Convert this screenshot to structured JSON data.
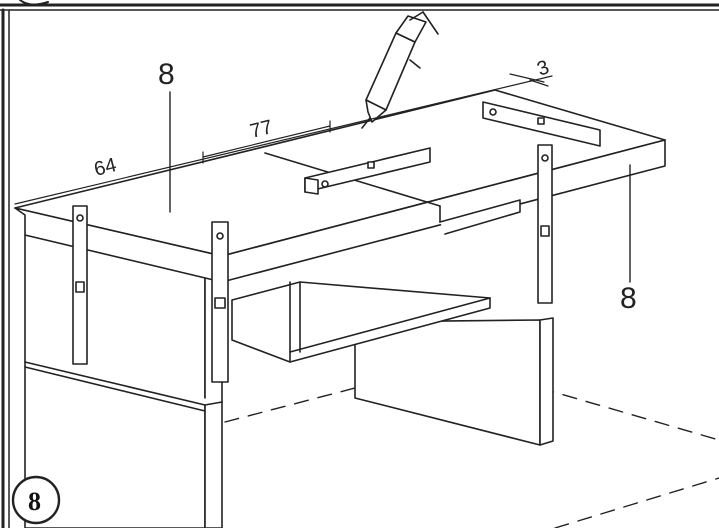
{
  "labels": {
    "panel_left": "8",
    "panel_right": "8",
    "dim_64": "64",
    "dim_77": "77",
    "dim_3": "3"
  },
  "step": {
    "number": "8"
  },
  "icons": {
    "tool": "glue-gun-icon",
    "clamp": "clamp-icon",
    "level": "spirit-level-icon"
  },
  "colors": {
    "line": "#222222",
    "paper": "#ffffff"
  }
}
